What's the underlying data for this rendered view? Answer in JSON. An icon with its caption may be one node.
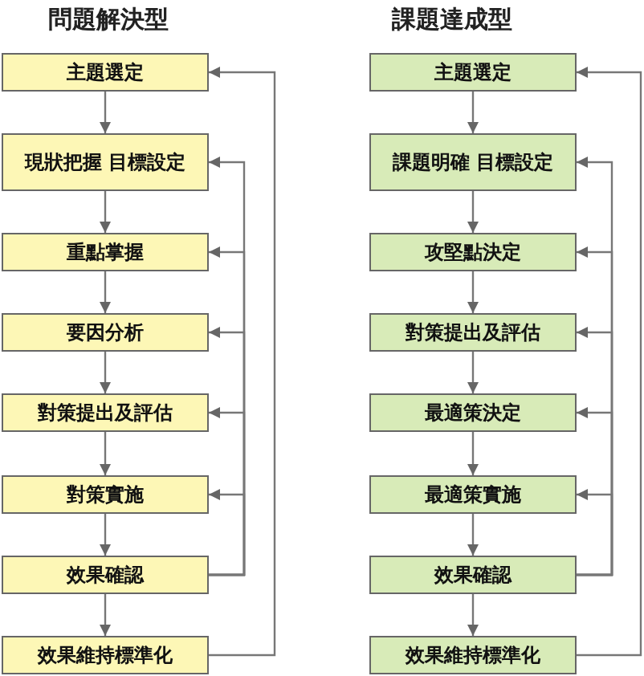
{
  "diagram": {
    "nodes": [
      {
        "text": [
          "主題選定"
        ]
      },
      {
        "text": [
          "現狀把握 目標設定"
        ]
      },
      {
        "text": [
          "重點掌握"
        ]
      },
      {
        "text": [
          "要因分析"
        ]
      },
      {
        "text": [
          "對策提出及評估"
        ]
      },
      {
        "text": [
          "對策實施"
        ]
      },
      {
        "text": [
          "效果確認"
        ]
      },
      {
        "text": [
          "效果維持標準化"
        ]
      },
      {
        "text": [
          "主題選定"
        ]
      },
      {
        "text": [
          "課題明確 目標設定"
        ]
      },
      {
        "text": [
          "攻堅點決定"
        ]
      },
      {
        "text": [
          "對策提出及評估"
        ]
      },
      {
        "text": [
          "最適策決定"
        ]
      },
      {
        "text": [
          "最適策實施"
        ]
      },
      {
        "text": [
          "效果確認"
        ]
      },
      {
        "text": [
          "效果維持標準化"
        ]
      }
    ],
    "edges": [
      {
        "from": 0,
        "to": 1,
        "arrow": "to"
      },
      {
        "from": 1,
        "to": 2,
        "arrow": "to"
      },
      {
        "from": 2,
        "to": 3,
        "arrow": "to"
      },
      {
        "from": 3,
        "to": 4,
        "arrow": "to"
      },
      {
        "from": 4,
        "to": 5,
        "arrow": "to"
      },
      {
        "from": 5,
        "to": 6,
        "arrow": "to"
      },
      {
        "from": 6,
        "to": 7,
        "arrow": "to"
      },
      {
        "from": 6,
        "to": 1,
        "arrow": "to"
      },
      {
        "from": 6,
        "to": 2,
        "arrow": "to"
      },
      {
        "from": 6,
        "to": 3,
        "arrow": "to"
      },
      {
        "from": 6,
        "to": 4,
        "arrow": "to"
      },
      {
        "from": 6,
        "to": 5,
        "arrow": "to"
      },
      {
        "from": 7,
        "to": 0,
        "arrow": "to"
      },
      {
        "from": 8,
        "to": 9,
        "arrow": "to"
      },
      {
        "from": 9,
        "to": 10,
        "arrow": "to"
      },
      {
        "from": 10,
        "to": 11,
        "arrow": "to"
      },
      {
        "from": 11,
        "to": 12,
        "arrow": "to"
      },
      {
        "from": 12,
        "to": 13,
        "arrow": "to"
      },
      {
        "from": 13,
        "to": 14,
        "arrow": "to"
      },
      {
        "from": 14,
        "to": 15,
        "arrow": "to"
      },
      {
        "from": 14,
        "to": 9,
        "arrow": "to"
      },
      {
        "from": 14,
        "to": 10,
        "arrow": "to"
      },
      {
        "from": 14,
        "to": 11,
        "arrow": "to"
      },
      {
        "from": 14,
        "to": 12,
        "arrow": "to"
      },
      {
        "from": 14,
        "to": 13,
        "arrow": "to"
      },
      {
        "from": 15,
        "to": 8,
        "arrow": "to"
      }
    ],
    "labels": [
      "問題解決型",
      "課題達成型"
    ]
  }
}
